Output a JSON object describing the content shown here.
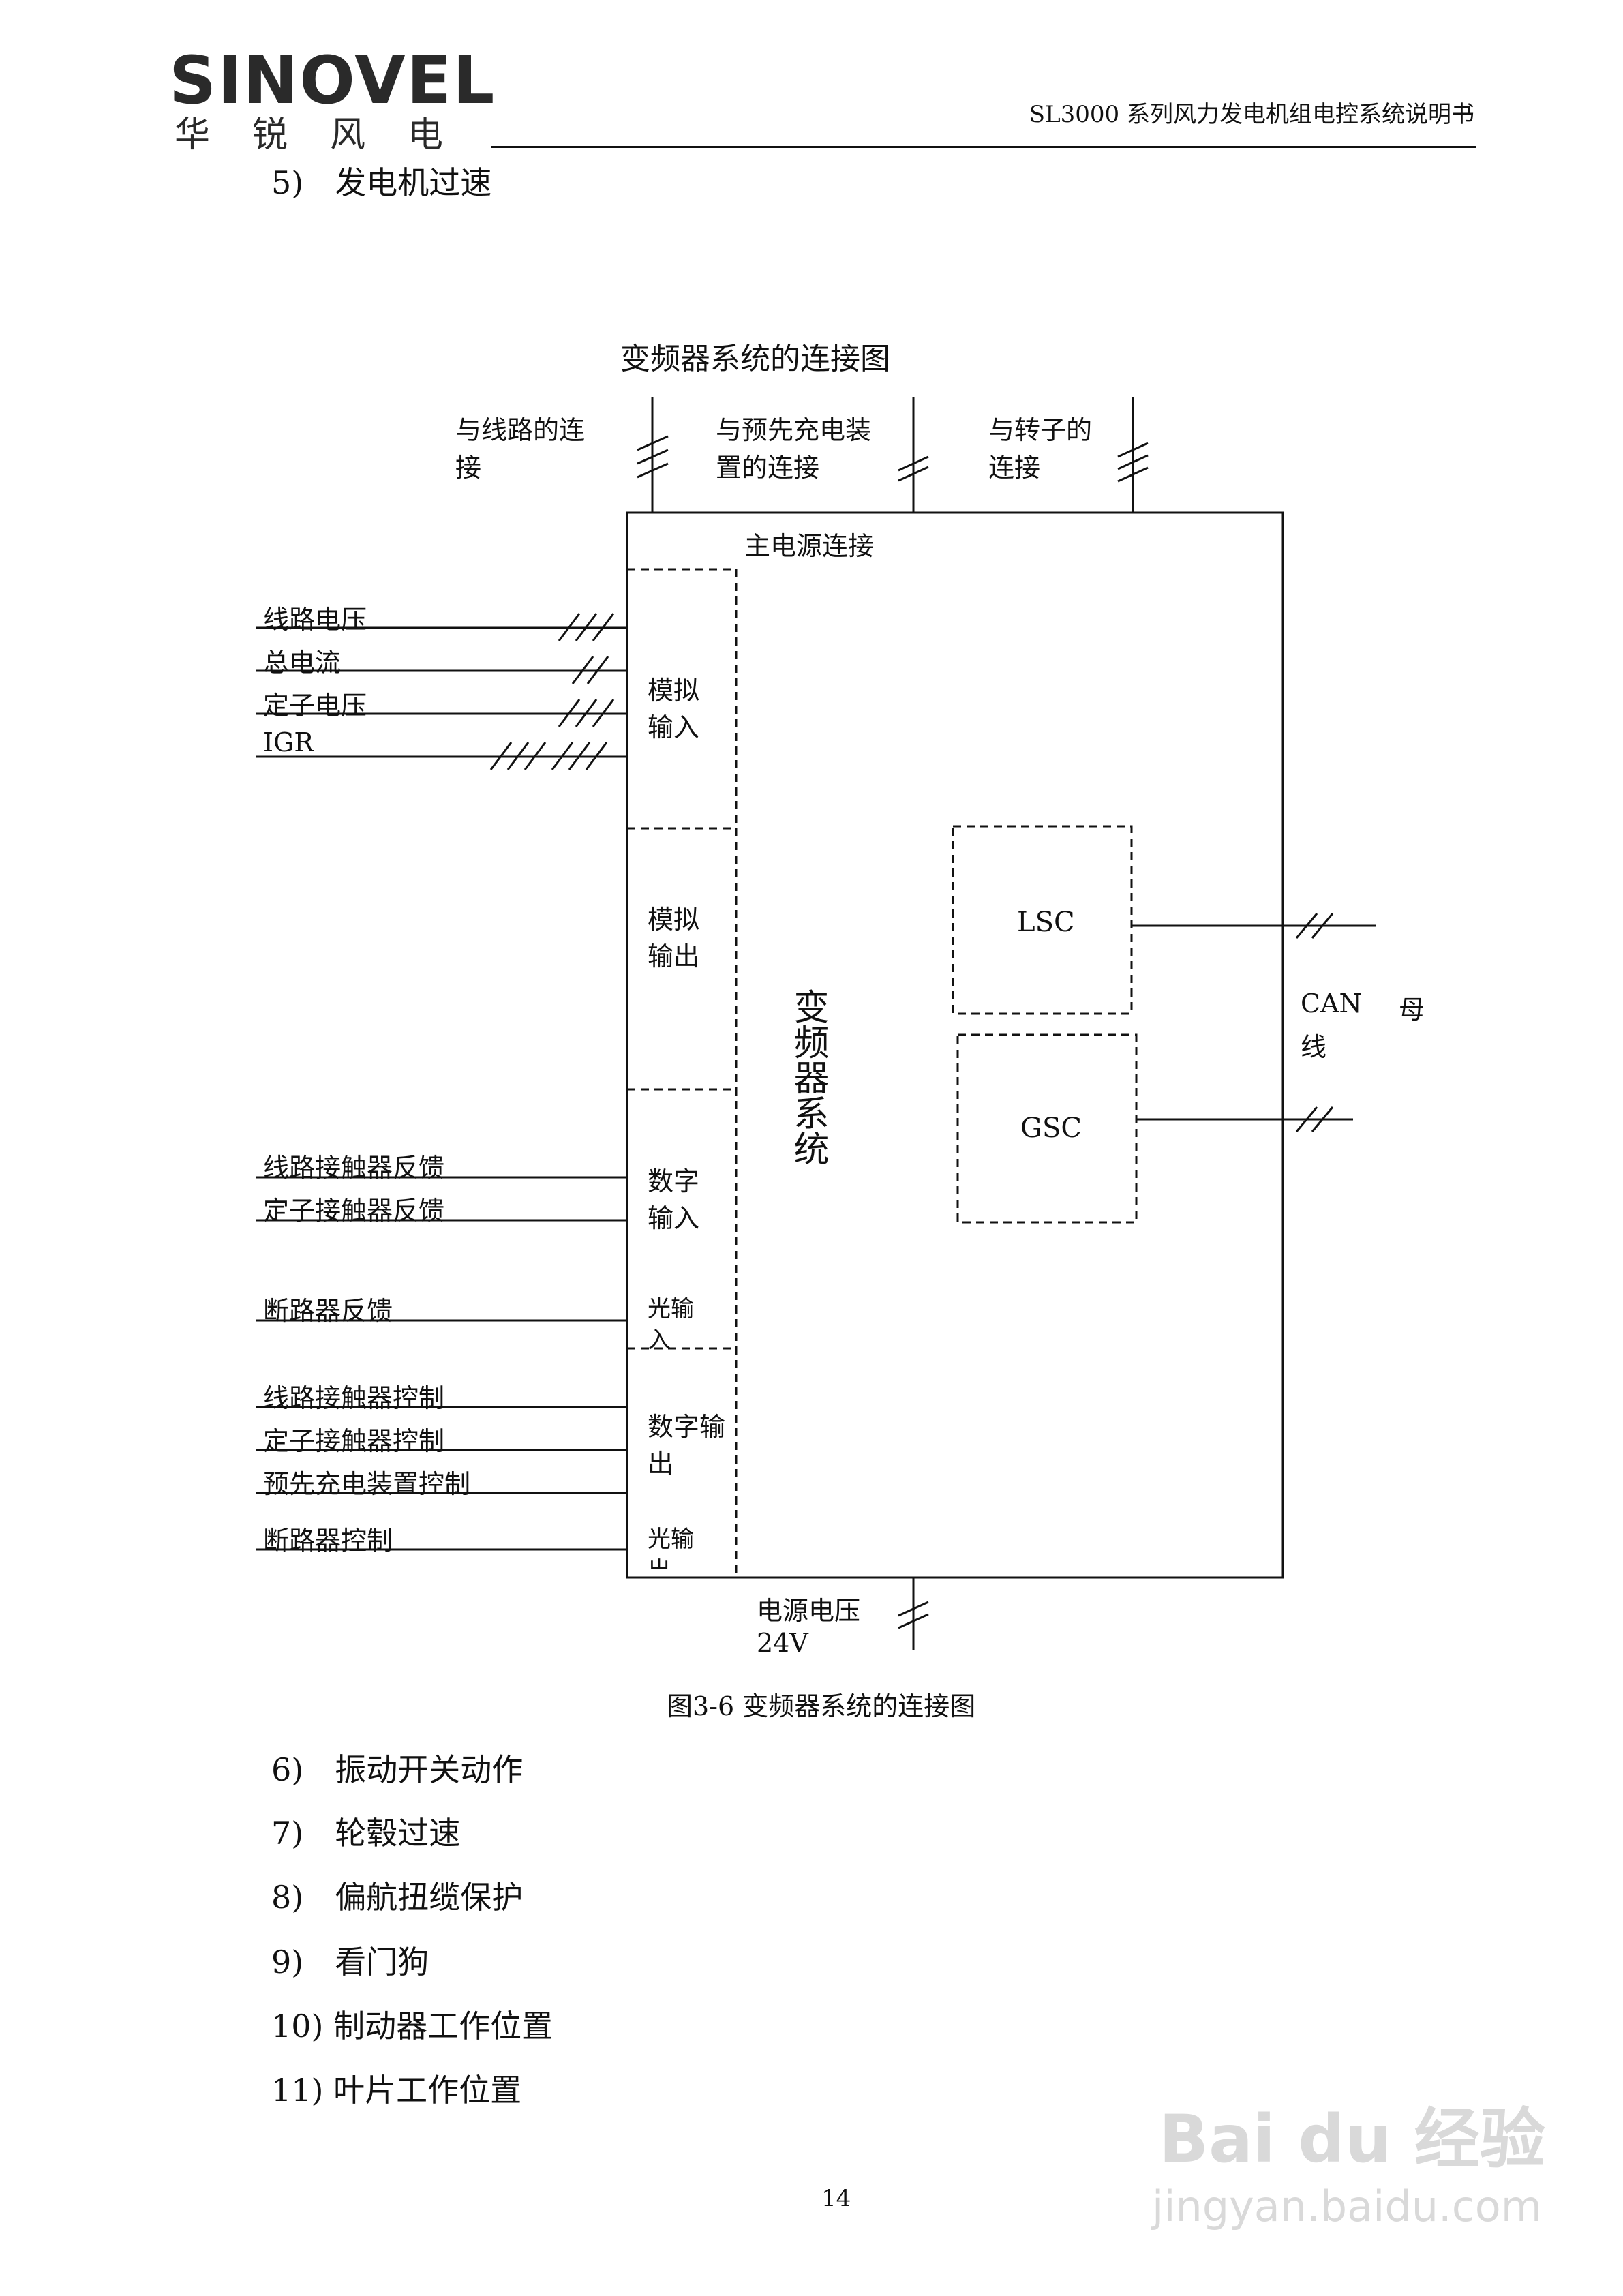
{
  "header": {
    "logo_text": "SINOVEL",
    "logo_cn": "华锐风电",
    "doc_title": "SL3000 系列风力发电机组电控系统说明书"
  },
  "list_top": "5)　发电机过速",
  "diagram": {
    "title": "变频器系统的连接图",
    "top_labels": [
      "与线路的连",
      "接",
      "与预先充电装",
      "置的连接",
      "与转子的",
      "连接"
    ],
    "main_power": "主电源连接",
    "left_inputs": [
      "线路电压",
      "总电流",
      "定子电压",
      "IGR_"
    ],
    "left_feedback": [
      "线路接触器反馈",
      "定子接触器反馈",
      "断路器反馈"
    ],
    "left_control": [
      "线路接触器控制",
      "定子接触器控制",
      "预先充电装置控制",
      "断路器控制"
    ],
    "blocks": {
      "analog_in": [
        "模拟",
        "输入"
      ],
      "analog_out": [
        "模拟",
        "输出"
      ],
      "digital_in": [
        "数字",
        "输入"
      ],
      "optical_in": [
        "光输",
        "入"
      ],
      "digital_out": [
        "数字输",
        "出"
      ],
      "optical_out": [
        "光输",
        "出"
      ]
    },
    "center_label": "变频器系统",
    "lsc": "LSC",
    "gsc": "GSC",
    "can_bus": [
      "CAN",
      "母",
      "线"
    ],
    "power_supply": [
      "电源电压",
      "24V"
    ]
  },
  "caption": "图3-6  变频器系统的连接图",
  "list_bottom": [
    "6)　振动开关动作",
    "7)　轮毂过速",
    "8)　偏航扭缆保护",
    "9)　看门狗",
    "10) 制动器工作位置",
    "11) 叶片工作位置"
  ],
  "page_number": "14",
  "watermark": {
    "brand": "Bai du 经验",
    "url": "jingyan.baidu.com"
  }
}
